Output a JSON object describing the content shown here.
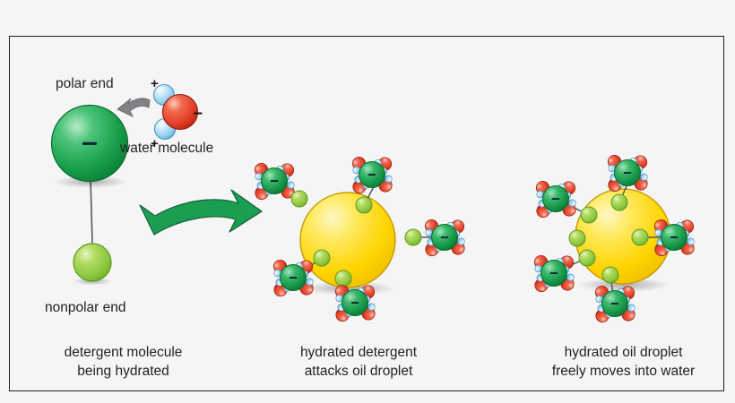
{
  "figure": {
    "background_color": "#f5f5f5",
    "frame_color": "#231f20",
    "title": "",
    "labels": {
      "polar_end": "polar end",
      "water_molecule": "water molecule",
      "nonpolar_end": "nonpolar end",
      "charge_negative": "−",
      "charge_positive": "+"
    },
    "captions": [
      {
        "line1": "detergent molecule",
        "line2": "being hydrated"
      },
      {
        "line1": "hydrated detergent",
        "line2": "attacks oil droplet"
      },
      {
        "line1": "hydrated oil droplet",
        "line2": "freely moves into water"
      }
    ],
    "colors": {
      "polar_head": "#1aa34a",
      "polar_head_dark": "#0e7c35",
      "nonpolar_tail": "#8cc63f",
      "nonpolar_tail_dark": "#6fae28",
      "oil_droplet": "#ffe01a",
      "oil_droplet_dark": "#e8b600",
      "oxygen": "#e8412c",
      "hydrogen": "#9fd4f5",
      "flow_arrow": "#1a9e52",
      "pointer_arrow": "#808285",
      "bond_line": "#58595b",
      "text": "#231f20"
    },
    "panels": [
      {
        "name": "detergent-molecule-being-hydrated",
        "elements": [
          "polar-head-sphere",
          "nonpolar-tail-sphere",
          "bond-line",
          "water-molecule",
          "pointer-arrow",
          "flow-arrow"
        ]
      },
      {
        "name": "hydrated-detergent-attacks-oil-droplet",
        "elements": [
          "oil-droplet",
          "hydrated-detergent-molecules"
        ],
        "attached_detergents": 3,
        "free_detergents": 2
      },
      {
        "name": "hydrated-oil-droplet-freely-moves-into-water",
        "elements": [
          "oil-droplet",
          "hydrated-detergent-molecules"
        ],
        "attached_detergents": 6,
        "free_detergents": 0
      }
    ],
    "icon_names": {
      "flow_arrow": "curved-green-arrow-icon",
      "pointer_arrow": "gray-pointer-arrow-icon",
      "water": "water-molecule-icon",
      "oil": "oil-droplet-icon"
    }
  }
}
